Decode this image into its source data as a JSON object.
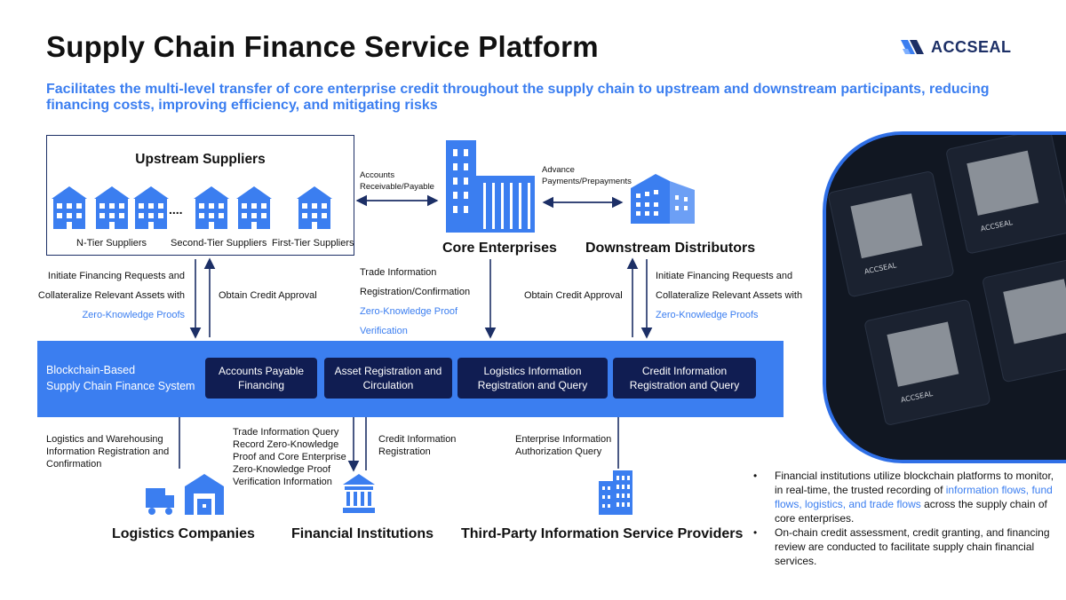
{
  "title": "Supply Chain Finance Service Platform",
  "subtitle": "Facilitates the multi-level transfer of core enterprise credit throughout the supply chain to upstream and downstream participants, reducing financing costs, improving efficiency, and mitigating risks",
  "logo": {
    "text": "ACCSEAL"
  },
  "upstream": {
    "title": "Upstream Suppliers",
    "ellipsis": "....",
    "tiers": [
      "N-Tier Suppliers",
      "Second-Tier Suppliers",
      "First-Tier Suppliers"
    ]
  },
  "core": {
    "title": "Core Enterprises"
  },
  "downstream": {
    "title": "Downstream Distributors"
  },
  "flows": {
    "accounts_rp": [
      "Accounts",
      "Receivable/Payable"
    ],
    "advance": [
      "Advance",
      "Payments/Prepayments"
    ],
    "up_left": [
      "Initiate Financing Requests and",
      "Collateralize Relevant Assets with"
    ],
    "up_left_zk": "Zero-Knowledge Proofs",
    "obtain_credit_1": "Obtain Credit Approval",
    "trade_info": [
      "Trade Information",
      "Registration/Confirmation"
    ],
    "zk_verify": [
      "Zero-Knowledge Proof",
      "Verification"
    ],
    "obtain_credit_2": "Obtain Credit Approval",
    "down_right": [
      "Initiate Financing Requests and",
      "Collateralize Relevant Assets with"
    ],
    "down_right_zk": "Zero-Knowledge Proofs"
  },
  "system": {
    "label": [
      "Blockchain-Based",
      "Supply Chain Finance System"
    ],
    "modules": [
      [
        "Accounts Payable",
        "Financing"
      ],
      [
        "Asset Registration and",
        "Circulation"
      ],
      [
        "Logistics Information",
        "Registration and Query"
      ],
      [
        "Credit Information",
        "Registration and Query"
      ]
    ]
  },
  "bottom_flows": {
    "logistics": [
      "Logistics and Warehousing",
      "Information Registration and",
      "Confirmation"
    ],
    "trade_query": [
      "Trade Information Query",
      "Record Zero-Knowledge",
      "Proof and Core Enterprise",
      "Zero-Knowledge Proof",
      "Verification Information"
    ],
    "credit_reg": [
      "Credit Information",
      "Registration"
    ],
    "enterprise_auth": [
      "Enterprise  Information",
      "Authorization Query"
    ]
  },
  "bottom": {
    "logistics": "Logistics Companies",
    "financial": "Financial Institutions",
    "third_party": "Third-Party Information Service Providers"
  },
  "bullets": {
    "b1_pre": "Financial institutions utilize blockchain platforms to monitor, in real-time, the trusted recording of ",
    "b1_hl": "information flows, fund flows, logistics, and trade flows",
    "b1_post": " across the supply chain of core enterprises.",
    "b2": "On-chain credit assessment, credit granting, and financing review are conducted to facilitate supply chain financial services."
  },
  "chip": {
    "labels": [
      "ACCSEAL",
      "ACCSEAL",
      "ACCSEAL"
    ]
  },
  "colors": {
    "accent": "#3b7ef0",
    "navy": "#101d52",
    "ink": "#1c2f66"
  }
}
